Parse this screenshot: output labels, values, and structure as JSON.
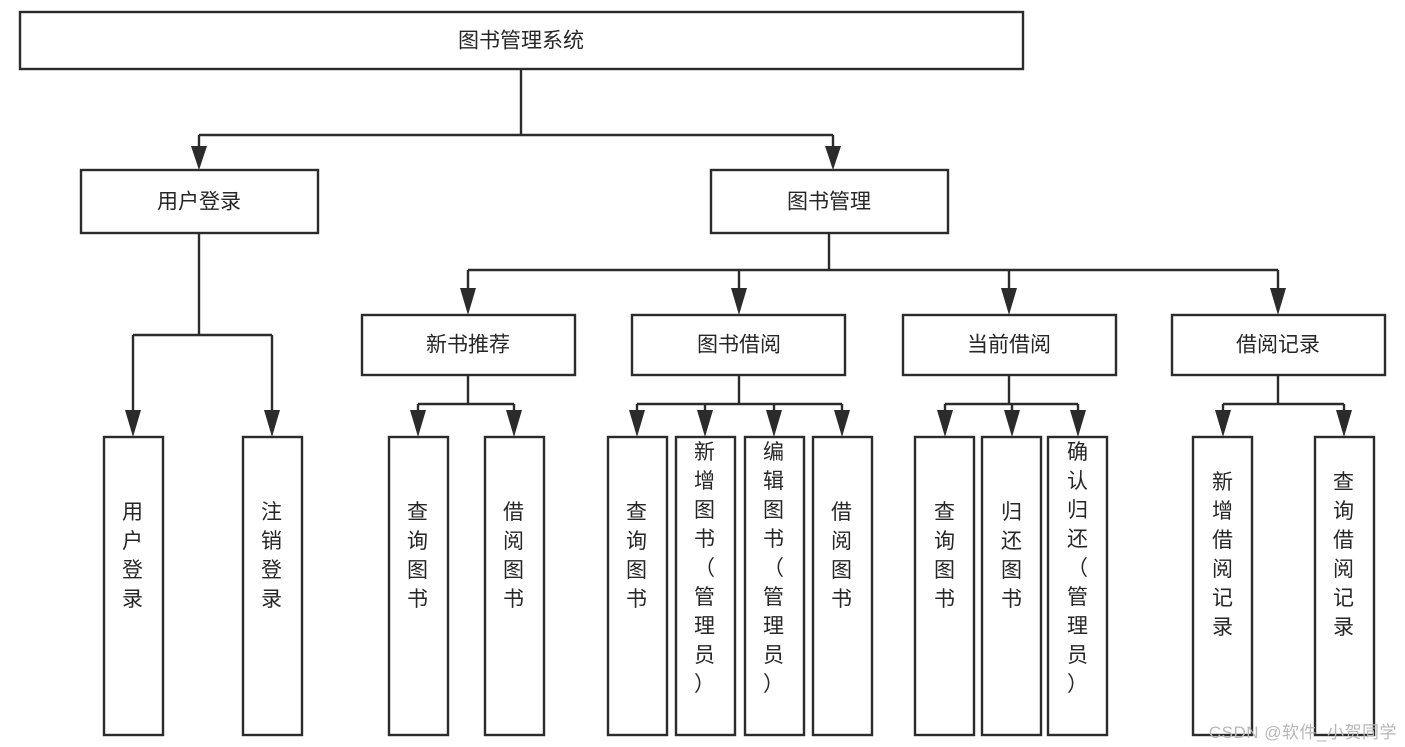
{
  "diagram": {
    "type": "tree-hierarchy-diagram",
    "title": "图书管理系统",
    "background_color": "#ffffff",
    "line_color": "#2b2b2b",
    "text_color": "#262626",
    "root": {
      "id": "root",
      "label": "图书管理系统",
      "orientation": "horizontal"
    },
    "level2": [
      {
        "id": "user-login",
        "label": "用户登录",
        "orientation": "horizontal"
      },
      {
        "id": "book-management",
        "label": "图书管理",
        "orientation": "horizontal"
      }
    ],
    "level3": [
      {
        "id": "new-book-recommend",
        "label": "新书推荐",
        "orientation": "horizontal",
        "parent": "book-management"
      },
      {
        "id": "book-borrow",
        "label": "图书借阅",
        "orientation": "horizontal",
        "parent": "book-management"
      },
      {
        "id": "current-borrow",
        "label": "当前借阅",
        "orientation": "horizontal",
        "parent": "book-management"
      },
      {
        "id": "borrow-record",
        "label": "借阅记录",
        "orientation": "horizontal",
        "parent": "book-management"
      }
    ],
    "leaves": [
      {
        "id": "leaf-user-login",
        "label": "用户登录",
        "orientation": "vertical",
        "parent": "user-login"
      },
      {
        "id": "leaf-logout-login",
        "label": "注销登录",
        "orientation": "vertical",
        "parent": "user-login"
      },
      {
        "id": "leaf-query-book-1",
        "label": "查询图书",
        "orientation": "vertical",
        "parent": "new-book-recommend"
      },
      {
        "id": "leaf-borrow-book-1",
        "label": "借阅图书",
        "orientation": "vertical",
        "parent": "new-book-recommend"
      },
      {
        "id": "leaf-query-book-2",
        "label": "查询图书",
        "orientation": "vertical",
        "parent": "book-borrow"
      },
      {
        "id": "leaf-add-book-admin",
        "label": "新增图书（管理员）",
        "orientation": "vertical",
        "parent": "book-borrow"
      },
      {
        "id": "leaf-edit-book-admin",
        "label": "编辑图书（管理员）",
        "orientation": "vertical",
        "parent": "book-borrow"
      },
      {
        "id": "leaf-borrow-book-2",
        "label": "借阅图书",
        "orientation": "vertical",
        "parent": "book-borrow"
      },
      {
        "id": "leaf-query-book-3",
        "label": "查询图书",
        "orientation": "vertical",
        "parent": "current-borrow"
      },
      {
        "id": "leaf-return-book",
        "label": "归还图书",
        "orientation": "vertical",
        "parent": "current-borrow"
      },
      {
        "id": "leaf-confirm-return-admin",
        "label": "确认归还（管理员）",
        "orientation": "vertical",
        "parent": "current-borrow"
      },
      {
        "id": "leaf-add-borrow-record",
        "label": "新增借阅记录",
        "orientation": "vertical",
        "parent": "borrow-record"
      },
      {
        "id": "leaf-query-borrow-record",
        "label": "查询借阅记录",
        "orientation": "vertical",
        "parent": "borrow-record"
      }
    ]
  },
  "watermark": {
    "text": "CSDN @软件_小贺同学"
  }
}
